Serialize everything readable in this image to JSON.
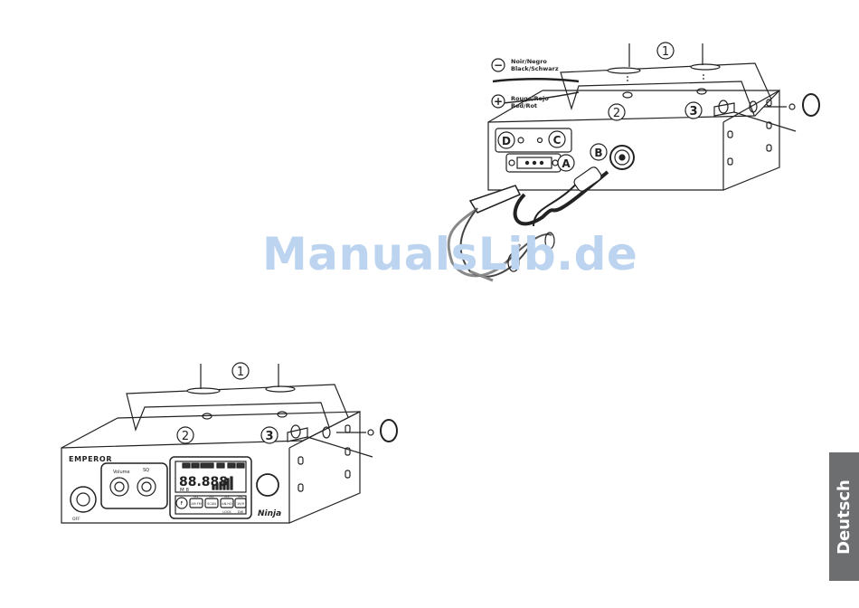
{
  "watermark": "ManualsLib.de",
  "language_tab": "Deutsch",
  "top_diagram": {
    "wire_negative_symbol": "−",
    "wire_negative_label_1": "Noir/Negro",
    "wire_negative_label_2": "Black/Schwarz",
    "wire_positive_symbol": "+",
    "wire_positive_label_1": "Rouge/Rojo",
    "wire_positive_label_2": "Red/Rot",
    "callout_1": "1",
    "callout_2": "2",
    "callout_3": "3",
    "callout_a": "A",
    "callout_b": "B",
    "callout_c": "C",
    "callout_d": "D"
  },
  "bottom_diagram": {
    "callout_1": "1",
    "callout_2": "2",
    "callout_3": "3",
    "brand": "EMPEROR",
    "model": "Ninja",
    "knob_volume": "Volume",
    "knob_sq": "SQ",
    "off_label": "OFF",
    "lcd_digits": "88.888",
    "lcd_sub": "M 8",
    "buttons": [
      "F",
      "AM FM",
      "SCAN",
      "AN.HO",
      "19/9"
    ],
    "button_tops": [
      "M1",
      "M2",
      "M3",
      "M4"
    ],
    "button_bottoms": [
      "LOCK",
      "DW"
    ]
  }
}
